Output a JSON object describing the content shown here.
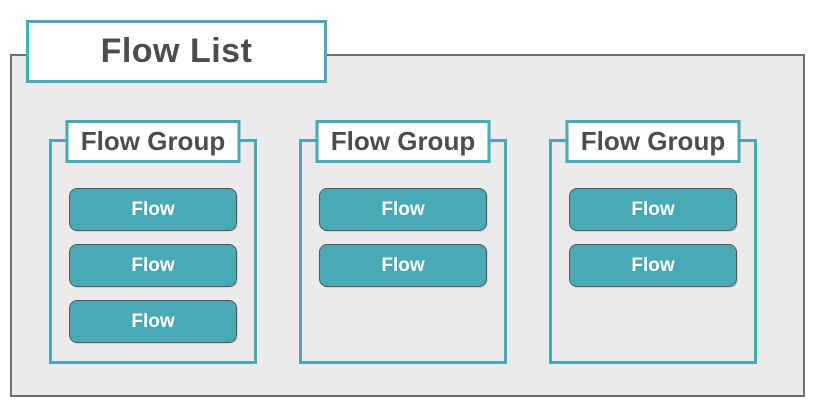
{
  "diagram": {
    "title": "Flow List",
    "groups": [
      {
        "label": "Flow Group",
        "flows": [
          "Flow",
          "Flow",
          "Flow"
        ]
      },
      {
        "label": "Flow Group",
        "flows": [
          "Flow",
          "Flow"
        ]
      },
      {
        "label": "Flow Group",
        "flows": [
          "Flow",
          "Flow"
        ]
      }
    ],
    "colors": {
      "accent_teal": "#49aab6",
      "container_fill": "#ebebeb",
      "container_border": "#6e6e6e",
      "heading_text": "#4d4d4d",
      "flow_text": "#ffffff",
      "flow_border": "#595959",
      "box_fill": "#ffffff"
    }
  }
}
